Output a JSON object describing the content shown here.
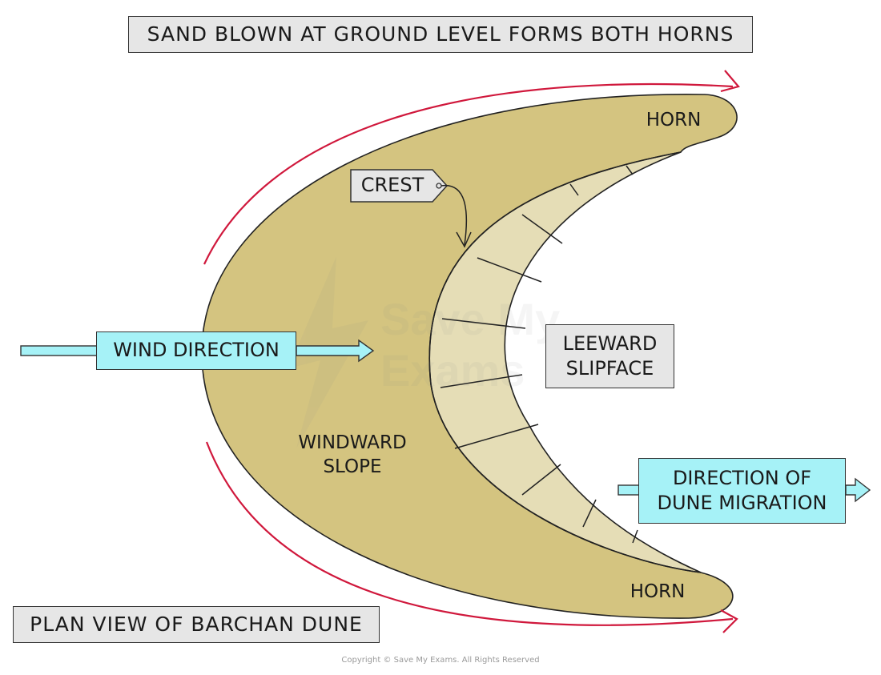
{
  "diagram": {
    "title": "SAND BLOWN AT GROUND LEVEL FORMS BOTH HORNS",
    "plan_label": "PLAN VIEW OF BARCHAN DUNE",
    "wind_label": "WIND DIRECTION",
    "migration_label": {
      "line1": "DIRECTION OF",
      "line2": "DUNE MIGRATION"
    },
    "leeward_label": {
      "line1": "LEEWARD",
      "line2": "SLIPFACE"
    },
    "windward_label": {
      "line1": "WINDWARD",
      "line2": "SLOPE"
    },
    "horn_top": "HORN",
    "horn_bottom": "HORN",
    "crest_label": "CREST",
    "copyright": "Copyright © Save My Exams. All Rights Reserved",
    "watermark": {
      "line1": "Save My",
      "line2": "Exams"
    },
    "colors": {
      "dune_body": "#d4c480",
      "slipface": "#e5ddb6",
      "outline": "#222222",
      "wind_arrow_curve": "#d0183c",
      "cyan_label": "#a6f2f7",
      "grey_label": "#e6e6e6",
      "arrow_fill": "#a6f2f7"
    }
  }
}
